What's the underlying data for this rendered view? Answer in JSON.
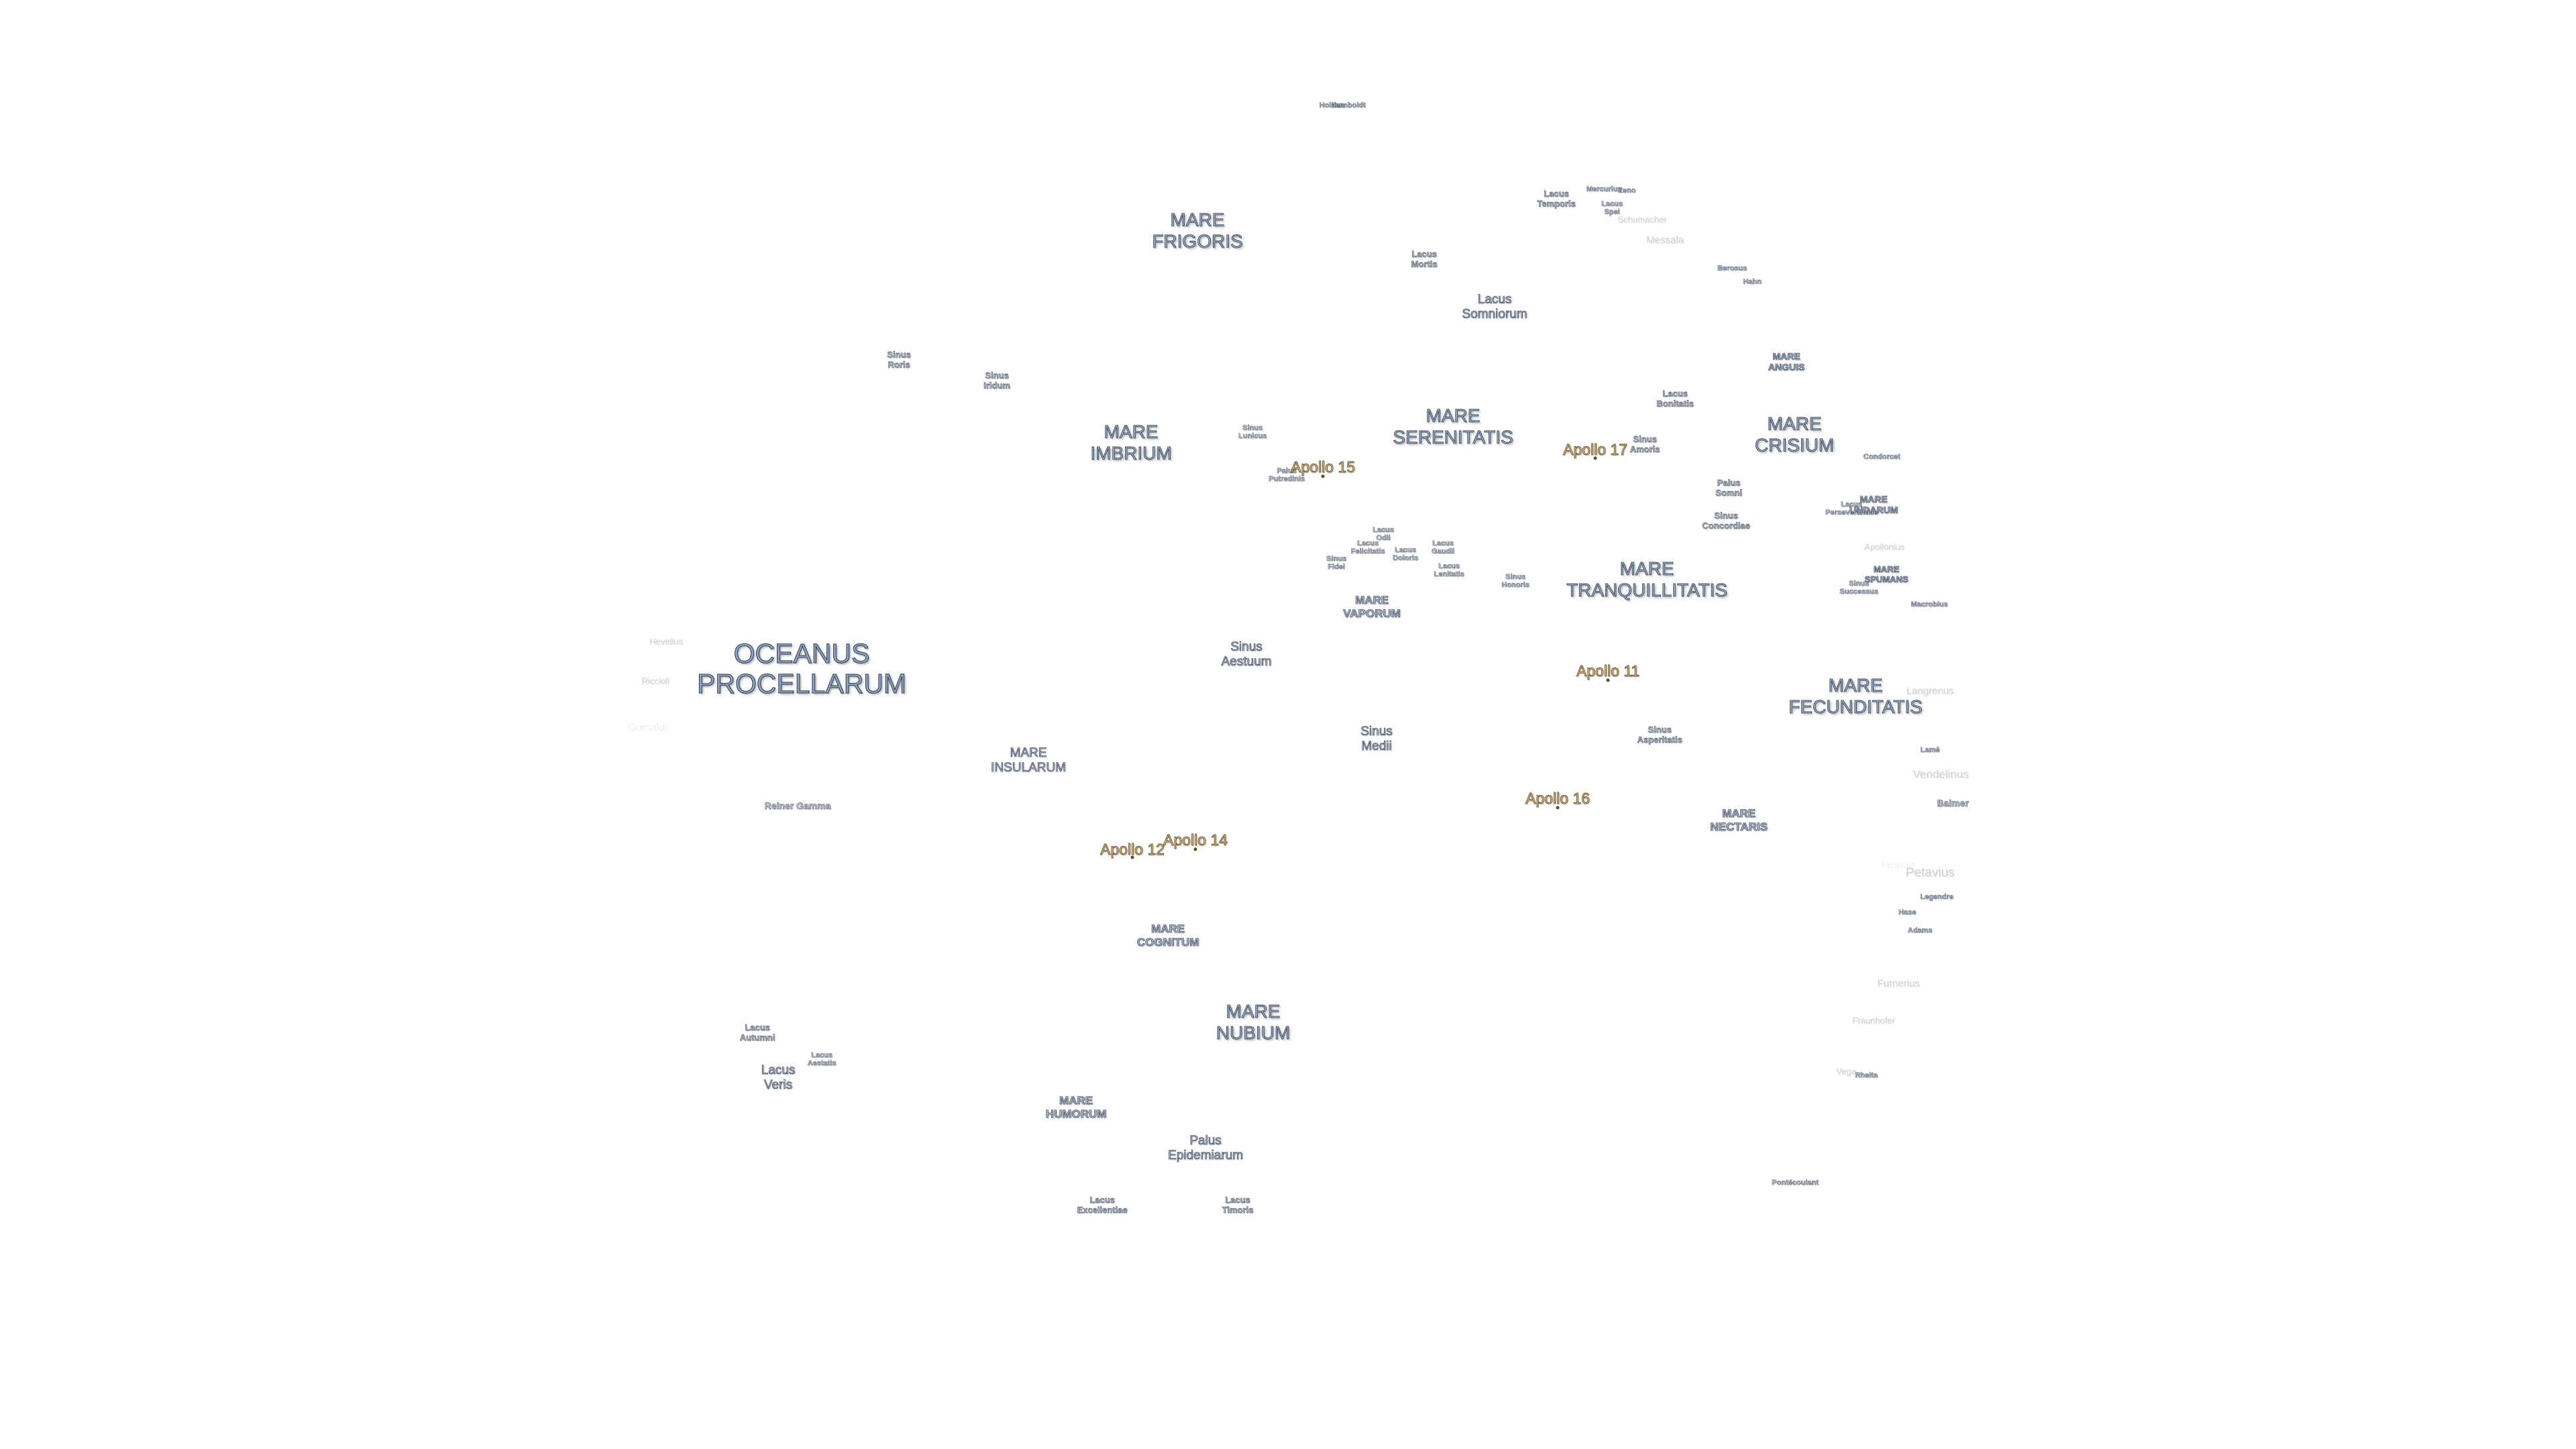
{
  "map": {
    "oceanus": "OCEANUS\nPROCELLARUM",
    "maria": {
      "frigoris": "MARE\nFRIGORIS",
      "imbrium": "MARE\nIMBRIUM",
      "serenitatis": "MARE\nSERENITATIS",
      "crisium": "MARE\nCRISIUM",
      "tranquillitatis": "MARE\nTRANQUILLITATIS",
      "fecunditatis": "MARE\nFECUNDITATIS",
      "insularum": "MARE\nINSULARUM",
      "nubium": "MARE\nNUBIUM",
      "anguis": "MARE\nANGUIS",
      "undarum": "MARE\nUNDARUM",
      "spumans": "MARE\nSPUMANS",
      "vaporum": "MARE\nVAPORUM",
      "nectaris": "MARE\nNECTARIS",
      "cognitum": "MARE\nCOGNITUM",
      "humorum": "MARE\nHUMORUM"
    },
    "features": {
      "lacus_somniorum": "Lacus\nSomniorum",
      "sinus_aestuum": "Sinus\nAestuum",
      "sinus_medii": "Sinus\nMedii",
      "lacus_veris": "Lacus\nVeris",
      "palus_epidemiarum": "Palus\nEpidemiarum"
    },
    "small": {
      "sinus_roris": "Sinus\nRoris",
      "sinus_iridum": "Sinus\nIridum",
      "lacus_temporis": "Lacus\nTemporis",
      "lacus_mortis": "Lacus\nMortis",
      "sinus_lunicus": "Sinus\nLunicus",
      "palus_putredinis": "Palus\nPutredinis",
      "lacus_doloris": "Lacus\nDoloris",
      "sinus_amoris": "Sinus\nAmoris",
      "palus_somni": "Palus\nSomni",
      "sinus_concordiae": "Sinus\nConcordiae",
      "lacus_bonitatis": "Lacus\nBonitatis",
      "sinus_successus": "Sinus\nSuccessus",
      "sinus_asperitatis": "Sinus\nAsperitatis",
      "sinus_honoris": "Sinus\nHonoris",
      "lacus_autumni": "Lacus\nAutumni",
      "lacus_excellentiae": "Lacus\nExcellentiae",
      "lacus_timoris": "Lacus\nTimoris",
      "lacus_spei": "Lacus\nSpei",
      "lacus_odii": "Lacus\nOdii",
      "lacus_felicitatis": "Lacus\nFelicitatis",
      "lacus_gaudii": "Lacus\nGaudii",
      "lacus_lenitatis": "Lacus\nLenitatis",
      "sinus_fidei": "Sinus\nFidei",
      "lacus_aestatis": "Lacus\nAestatis",
      "lacus_perseverantiae": "Lacus\nPerseverantiae"
    },
    "craters": {
      "reiner_gamma": "Reiner Gamma",
      "condorcet": "Condorcet",
      "macrobius": "Macrobius",
      "lame": "Lamé",
      "balmer": "Balmer",
      "legendre": "Legendre",
      "hase": "Hase",
      "adams": "Adams",
      "pontecoulant": "Pontécoulant",
      "berosus": "Berosus",
      "hahn": "Hahn",
      "mercurius": "Mercurius",
      "zeno": "Zeno",
      "peirce_rim": "Petavius",
      "rheita": "Rheita",
      "humboldt": "Humboldt",
      "holden": "Holden"
    },
    "faint": {
      "messala": "Messala",
      "schumacher": "Schumacher",
      "apollonius": "Apollonius",
      "langrenus": "Langrenus",
      "vendelinus": "Vendelinus",
      "petavius": "Petavius",
      "furnerius": "Furnerius",
      "fraunhofer": "Fraunhofer",
      "vega": "Vega",
      "hevelius": "Hevelius",
      "riccioli": "Riccioli",
      "grimaldi": "Grimaldi"
    },
    "apollo": {
      "a11": "Apollo 11",
      "a12": "Apollo 12",
      "a14": "Apollo 14",
      "a15": "Apollo 15",
      "a16": "Apollo 16",
      "a17": "Apollo 17"
    }
  }
}
